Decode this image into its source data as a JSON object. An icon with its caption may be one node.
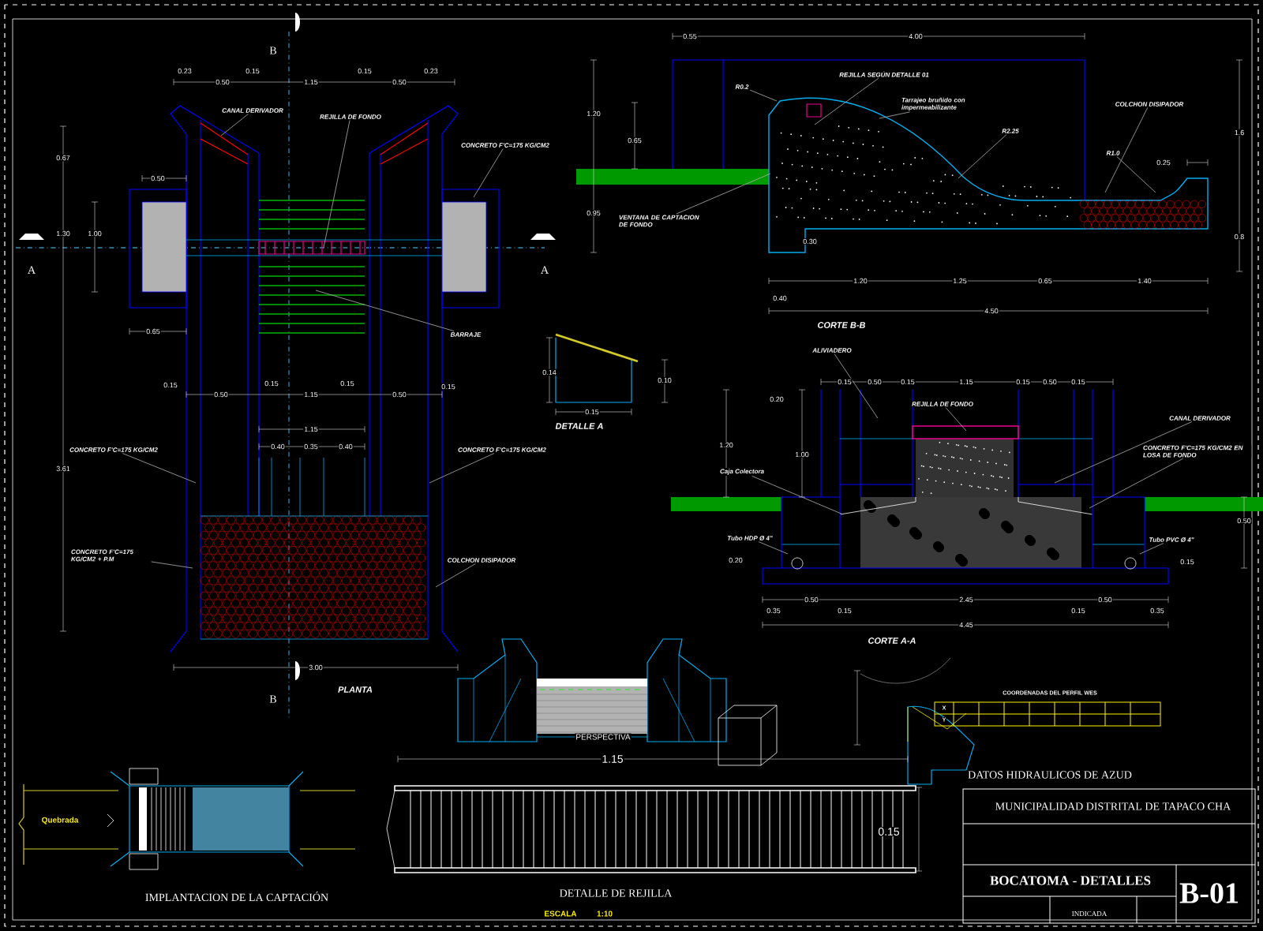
{
  "diagram": {
    "nodes": [
      {
        "text": [
          "CANAL DERIVADOR"
        ]
      },
      {
        "text": [
          "REJILLA DE FONDO"
        ]
      },
      {
        "text": [
          "CONCRETO F'C=175 KG/CM2"
        ]
      },
      {
        "text": [
          "BARRAJE"
        ]
      },
      {
        "text": [
          "CONCRETO F'C=175 KG/CM2"
        ]
      },
      {
        "text": [
          "CONCRETO F'C=175 KG/CM2"
        ]
      },
      {
        "text": [
          "CONCRETO F'C=175 KG/CM2 + P.M"
        ]
      },
      {
        "text": [
          "COLCHON DISIPADOR"
        ]
      },
      {
        "text": [
          "REJILLA SEGÚN DETALLE 01"
        ]
      },
      {
        "text": [
          "Tarrajeo bruñido con impermeabilizante"
        ]
      },
      {
        "text": [
          "R0.2"
        ]
      },
      {
        "text": [
          "R2.25"
        ]
      },
      {
        "text": [
          "COLCHON DISIPADOR"
        ]
      },
      {
        "text": [
          "R1.0"
        ]
      },
      {
        "text": [
          "VENTANA DE CAPTACION DE FONDO"
        ]
      },
      {
        "text": [
          "ALIVIADERO"
        ]
      },
      {
        "text": [
          "REJILLA DE FONDO"
        ]
      },
      {
        "text": [
          "CANAL DERIVADOR"
        ]
      },
      {
        "text": [
          "CONCRETO F'C=175 KG/CM2 EN LOSA DE FONDO"
        ]
      },
      {
        "text": [
          "Caja Colectora"
        ]
      },
      {
        "text": [
          "Tubo HDP Ø 4\""
        ]
      },
      {
        "text": [
          "Tubo PVC Ø 4\""
        ]
      }
    ],
    "edges": [
      {
        "from": 0,
        "to": null,
        "arrow": "none"
      },
      {
        "from": 1,
        "to": null,
        "arrow": "none"
      },
      {
        "from": 2,
        "to": null,
        "arrow": "none"
      },
      {
        "from": 3,
        "to": null,
        "arrow": "none"
      },
      {
        "from": 4,
        "to": null,
        "arrow": "none"
      },
      {
        "from": 5,
        "to": null,
        "arrow": "none"
      },
      {
        "from": 6,
        "to": null,
        "arrow": "none"
      },
      {
        "from": 7,
        "to": null,
        "arrow": "none"
      },
      {
        "from": 8,
        "to": null,
        "arrow": "none"
      },
      {
        "from": 9,
        "to": null,
        "arrow": "none"
      },
      {
        "from": 10,
        "to": null,
        "arrow": "none"
      },
      {
        "from": 11,
        "to": null,
        "arrow": "none"
      },
      {
        "from": 12,
        "to": null,
        "arrow": "none"
      },
      {
        "from": 13,
        "to": null,
        "arrow": "none"
      },
      {
        "from": 14,
        "to": null,
        "arrow": "none"
      },
      {
        "from": 15,
        "to": null,
        "arrow": "none"
      },
      {
        "from": 16,
        "to": null,
        "arrow": "none"
      },
      {
        "from": 17,
        "to": null,
        "arrow": "none"
      },
      {
        "from": 18,
        "to": null,
        "arrow": "none"
      },
      {
        "from": 19,
        "to": null,
        "arrow": "none"
      },
      {
        "from": 20,
        "to": null,
        "arrow": "none"
      },
      {
        "from": 21,
        "to": null,
        "arrow": "none"
      }
    ],
    "labels": [
      "B",
      "A",
      "A",
      "0.23",
      "0.15",
      "0.50",
      "1.15",
      "0.15",
      "0.50",
      "0.23",
      "0.67",
      "1.30",
      "1.00",
      "0.50",
      "0.65",
      "0.15",
      "0.50",
      "0.15",
      "1.15",
      "0.15",
      "0.50",
      "0.15",
      "1.15",
      "0.40",
      "0.35",
      "0.40",
      "3.61",
      "3.00",
      "B",
      "PLANTA",
      "0.55",
      "4.00",
      "1.20",
      "0.65",
      "0.95",
      "0.30",
      "0.40",
      "1.20",
      "1.25",
      "0.65",
      "1.40",
      "4.50",
      "1.6",
      "0.25",
      "0.8",
      "CORTE B-B",
      "0.14",
      "0.10",
      "0.15",
      "DETALLE A",
      "0.15",
      "0.50",
      "0.15",
      "1.15",
      "0.15",
      "0.50",
      "0.15",
      "0.20",
      "1.20",
      "1.00",
      "0.50",
      "0.20",
      "0.15",
      "0.35",
      "0.50",
      "0.15",
      "2.45",
      "0.15",
      "0.50",
      "0.35",
      "4.45",
      "CORTE A-A",
      "PERSPECTIVA",
      "1.15",
      "0.15",
      "DETALLE DE REJILLA",
      "ESCALA",
      "1:10",
      "Quebrada",
      "IMPLANTACION DE LA CAPTACIÓN",
      "COORDENADAS DEL PERFIL WES",
      "X",
      "Y",
      "DATOS HIDRAULICOS DE AZUD",
      "MUNICIPALIDAD DISTRITAL DE TAPACO CHA",
      "BOCATOMA - DETALLES",
      "B-01",
      "INDICADA"
    ]
  }
}
